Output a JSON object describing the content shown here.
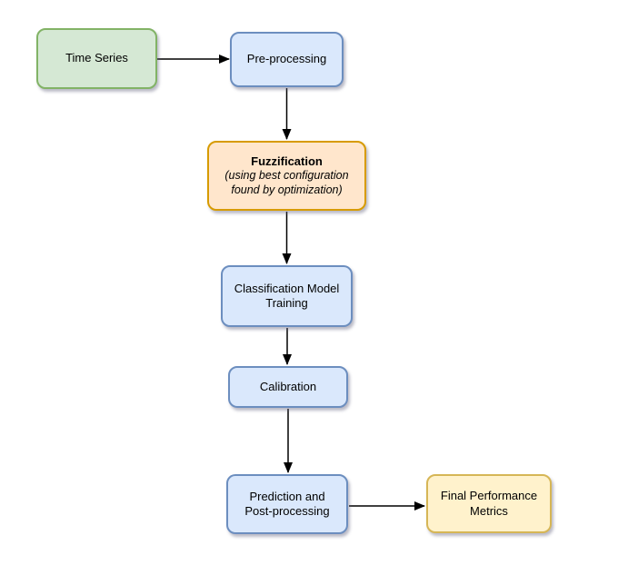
{
  "diagram": {
    "background_color": "#ffffff",
    "text_color": "#000000",
    "arrow_color": "#000000",
    "nodes": [
      {
        "id": "time-series",
        "label": "Time Series",
        "fill": "#d5e8d4",
        "stroke": "#82b366"
      },
      {
        "id": "pre-processing",
        "label": "Pre-processing",
        "fill": "#dae8fc",
        "stroke": "#6c8ebf"
      },
      {
        "id": "fuzzification",
        "label": "Fuzzification",
        "sublabel": "(using best configuration found by optimization)",
        "fill": "#ffe6cc",
        "stroke": "#d79b00"
      },
      {
        "id": "classification-model-training",
        "label": "Classification Model Training",
        "fill": "#dae8fc",
        "stroke": "#6c8ebf"
      },
      {
        "id": "calibration",
        "label": "Calibration",
        "fill": "#dae8fc",
        "stroke": "#6c8ebf"
      },
      {
        "id": "prediction-and-post-processing",
        "label": "Prediction and Post-processing",
        "fill": "#dae8fc",
        "stroke": "#6c8ebf"
      },
      {
        "id": "final-performance-metrics",
        "label": "Final Performance Metrics",
        "fill": "#fff2cc",
        "stroke": "#d6b656"
      }
    ],
    "edges": [
      {
        "from": "time-series",
        "to": "pre-processing"
      },
      {
        "from": "pre-processing",
        "to": "fuzzification"
      },
      {
        "from": "fuzzification",
        "to": "classification-model-training"
      },
      {
        "from": "classification-model-training",
        "to": "calibration"
      },
      {
        "from": "calibration",
        "to": "prediction-and-post-processing"
      },
      {
        "from": "prediction-and-post-processing",
        "to": "final-performance-metrics"
      }
    ]
  }
}
